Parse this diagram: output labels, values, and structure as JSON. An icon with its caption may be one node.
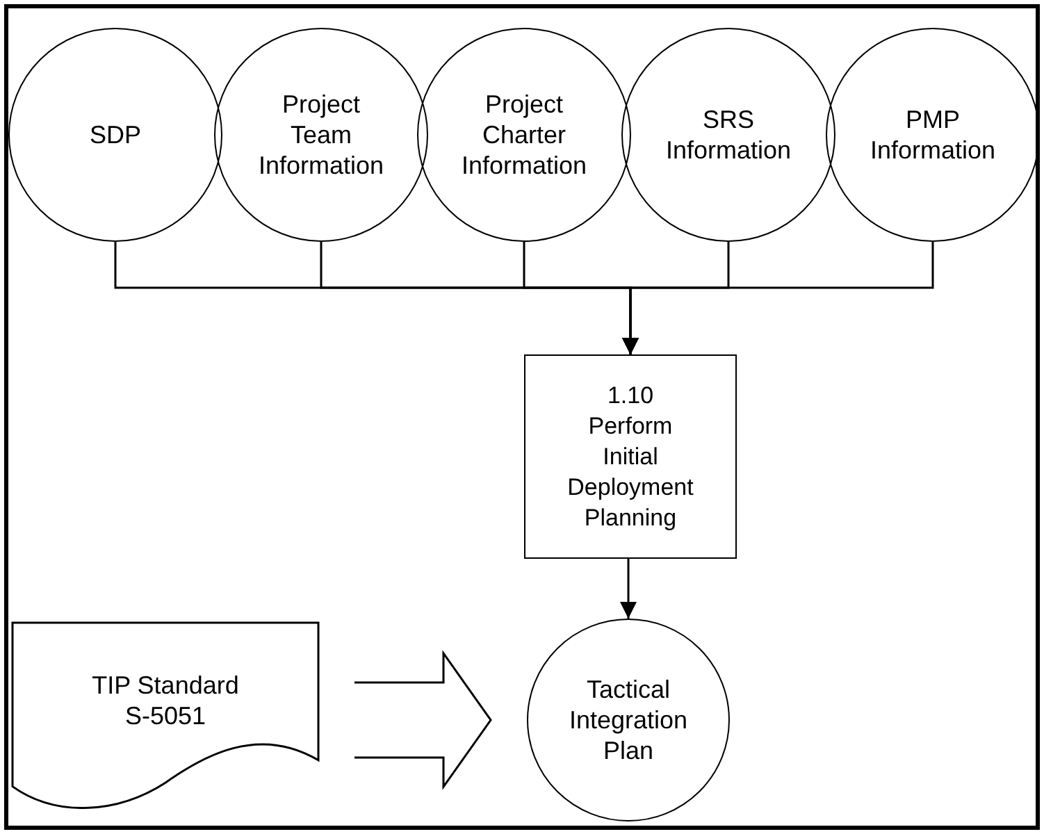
{
  "diagram": {
    "nodes": [
      {
        "text": [
          "SDP"
        ]
      },
      {
        "text": [
          "Project Team Information"
        ]
      },
      {
        "text": [
          "Project Charter Information"
        ]
      },
      {
        "text": [
          "SRS Information"
        ]
      },
      {
        "text": [
          "PMP Information"
        ]
      },
      {
        "text": [
          "1.10 Perform Initial Deployment Planning"
        ]
      },
      {
        "text": [
          "TIP Standard S-5051"
        ]
      },
      {
        "text": [
          "Tactical Integration Plan"
        ]
      }
    ],
    "edges": [
      {
        "from": 0,
        "to": 5,
        "arrow": "to"
      },
      {
        "from": 1,
        "to": 5,
        "arrow": "to"
      },
      {
        "from": 2,
        "to": 5,
        "arrow": "to"
      },
      {
        "from": 3,
        "to": 5,
        "arrow": "to"
      },
      {
        "from": 4,
        "to": 5,
        "arrow": "to"
      },
      {
        "from": 5,
        "to": 7,
        "arrow": "to"
      },
      {
        "from": 6,
        "to": 7,
        "arrow": "to",
        "style": "thick"
      }
    ]
  }
}
